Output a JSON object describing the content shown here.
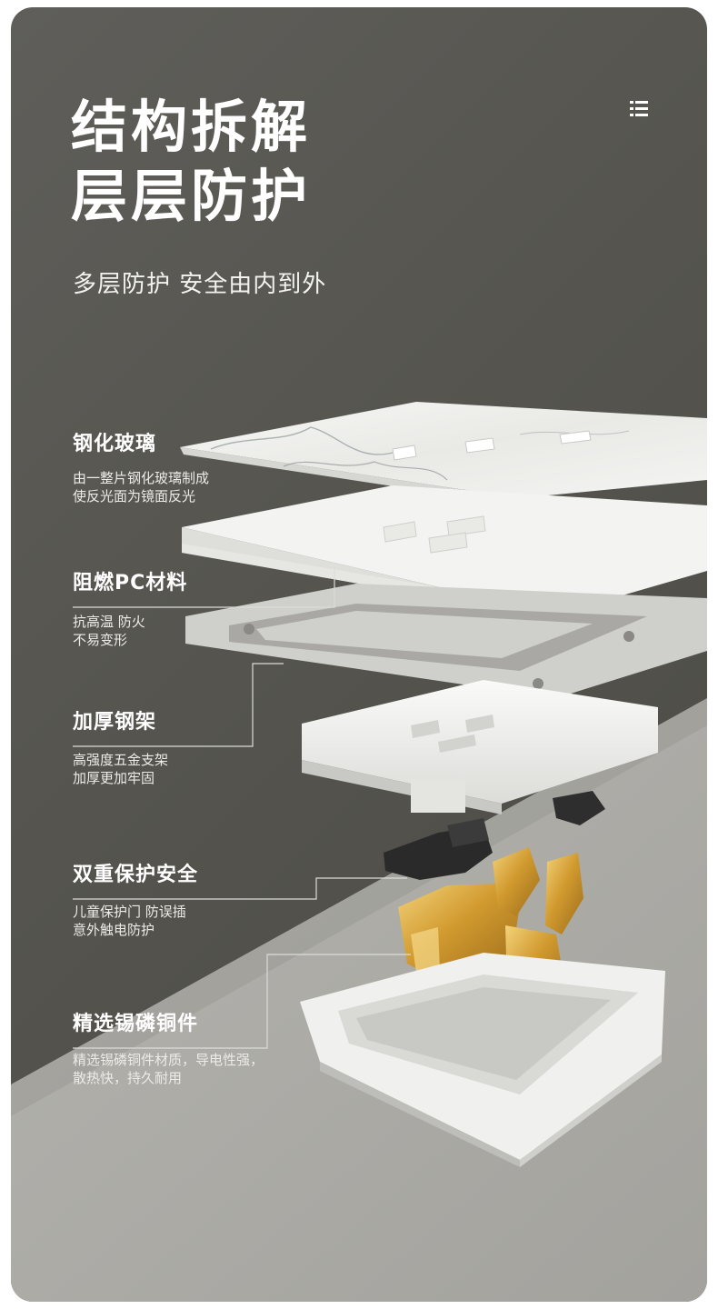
{
  "header": {
    "title_line1": "结构拆解",
    "title_line2": "层层防护",
    "subtitle": "多层防护 安全由内到外",
    "menu_icon": "menu-grid-icon"
  },
  "features": [
    {
      "title": "钢化玻璃",
      "desc_line1": "由一整片钢化玻璃制成",
      "desc_line2": "使反光面为镜面反光"
    },
    {
      "title": "阻燃PC材料",
      "desc_line1": "抗高温 防火",
      "desc_line2": "不易变形"
    },
    {
      "title": "加厚钢架",
      "desc_line1": "高强度五金支架",
      "desc_line2": "加厚更加牢固"
    },
    {
      "title": "双重保护安全",
      "desc_line1": "儿童保护门 防误插",
      "desc_line2": "意外触电防护"
    },
    {
      "title": "精选锡磷铜件",
      "desc_line1": "精选锡磷铜件材质，导电性强，",
      "desc_line2": "散热快，持久耐用"
    }
  ],
  "colors": {
    "background_dark": "#55544f",
    "floor": "#a9a8a3",
    "plastic_white": "#f1f1ef",
    "copper_gold": "#d9a43a",
    "text": "#ffffff"
  }
}
